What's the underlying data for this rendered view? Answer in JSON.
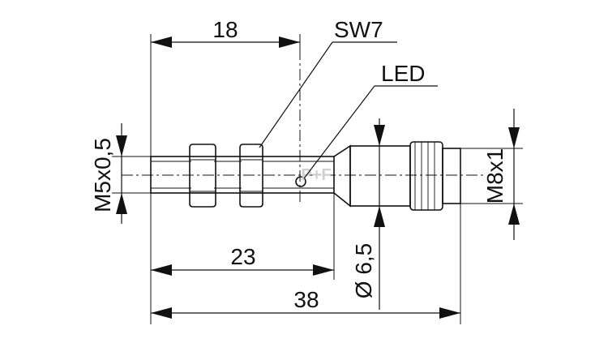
{
  "diagram": {
    "labels": {
      "length_18": "18",
      "wrench_size": "SW7",
      "led": "LED",
      "thread": "M5x0,5",
      "connector_thread": "M8x1",
      "length_23": "23",
      "length_38": "38",
      "body_diameter": "Ø 6,5"
    },
    "watermark": "P+F"
  }
}
